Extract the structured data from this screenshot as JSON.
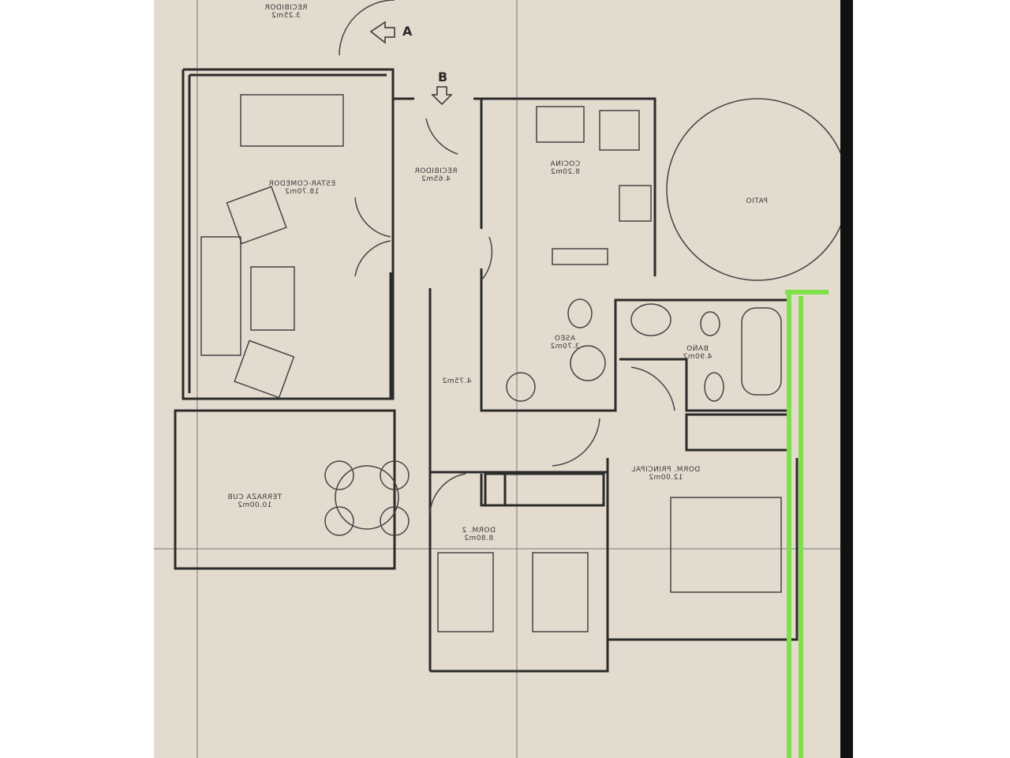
{
  "markers": {
    "entrance_a": "A",
    "entrance_b": "B"
  },
  "rooms": [
    {
      "name": "RECIBIDOR",
      "area": "3.25m2"
    },
    {
      "name": "ESTAR-COMEDOR",
      "area": "18.70m2"
    },
    {
      "name": "RECIBIDOR",
      "area": "4.65m2"
    },
    {
      "name": "COCINA",
      "area": "8.20m2"
    },
    {
      "name": "PATIO",
      "area": ""
    },
    {
      "name": "ASEO",
      "area": "3.70m2"
    },
    {
      "name": "",
      "area": "4.75m2"
    },
    {
      "name": "BAÑO",
      "area": "4.90m2"
    },
    {
      "name": "TERRAZA CUB",
      "area": "10.00m2"
    },
    {
      "name": "DORM. PRINCIPAL",
      "area": "12.00m2"
    },
    {
      "name": "DORM. 2",
      "area": "8.80m2"
    }
  ],
  "colors": {
    "paper": "#e4dbcf",
    "walls": "#2b2b2b",
    "highlight": "#7fe04a"
  }
}
